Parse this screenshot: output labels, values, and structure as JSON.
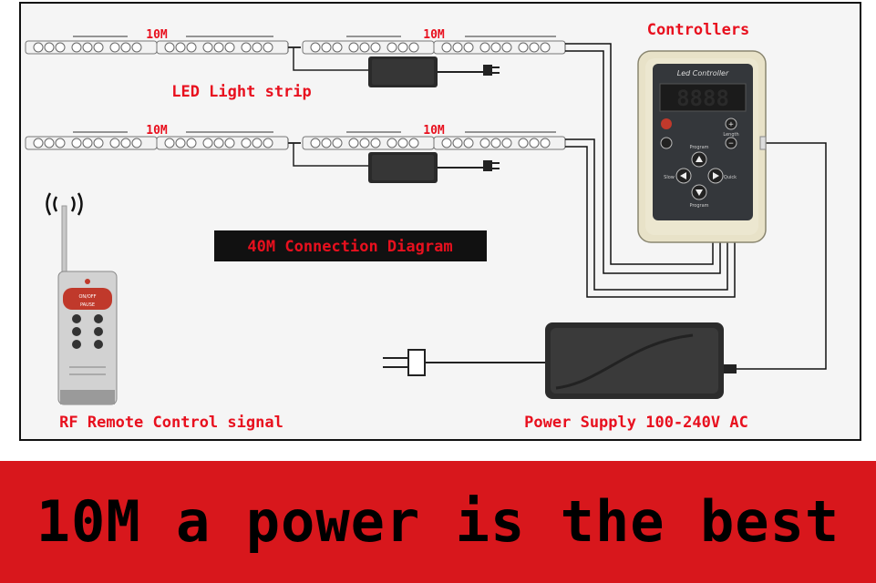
{
  "diagram": {
    "strip_label": "LED Light strip",
    "segment_label": "10M",
    "controllers_label": "Controllers",
    "controller_title": "Led Controller",
    "controller_display": "8888",
    "controller_buttons": {
      "length": "Length",
      "program_top": "Program",
      "program_bottom": "Program",
      "slow": "Slow",
      "quick": "Quick"
    },
    "connection_title": "40M Connection Diagram",
    "remote_label": "RF Remote Control signal",
    "remote_buttons": {
      "on_off": "ON/OFF",
      "pause": "PAUSE"
    },
    "power_label": "Power Supply 100-240V AC"
  },
  "banner": {
    "text": "10M a power is the best"
  },
  "colors": {
    "label_red": "#e8101e",
    "banner_red": "#d8171c",
    "panel_bg": "#f5f5f5"
  }
}
